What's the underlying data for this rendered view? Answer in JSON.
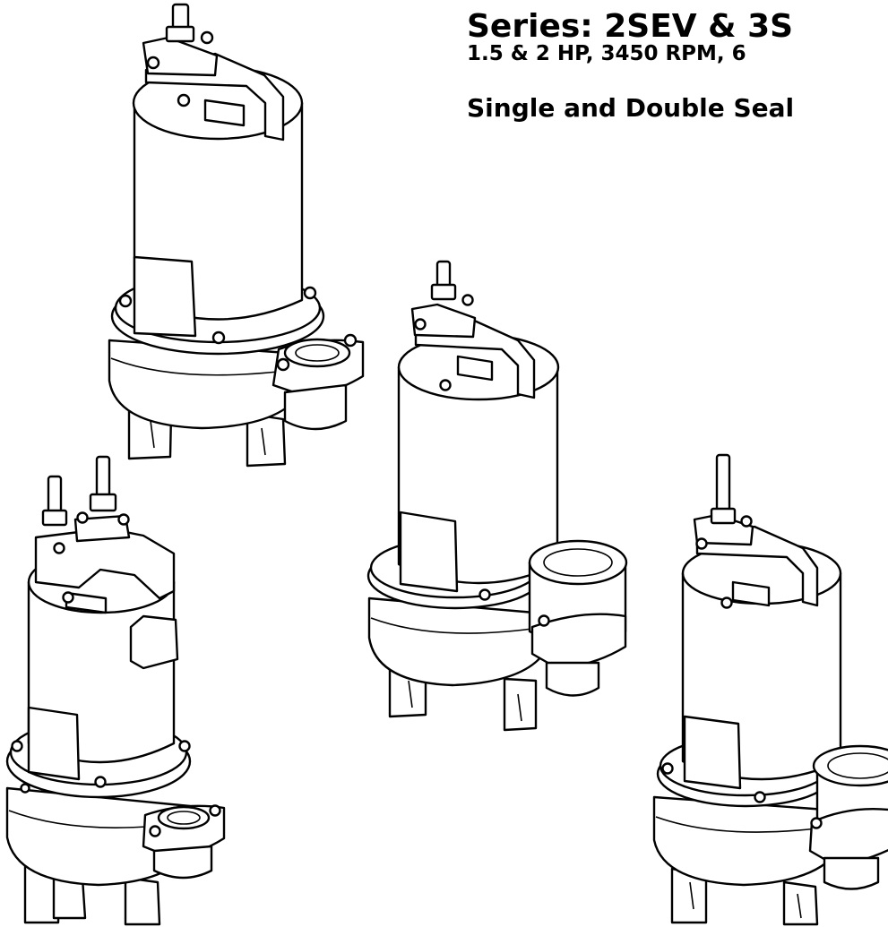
{
  "header": {
    "title": "Series: 2SEV & 3S",
    "subtitle": "1.5 & 2 HP, 3450 RPM, 6",
    "seal_line": "Single and Double Seal"
  },
  "illustrations": [
    {
      "id": "pump-a"
    },
    {
      "id": "pump-b"
    },
    {
      "id": "pump-c"
    },
    {
      "id": "pump-d"
    }
  ]
}
